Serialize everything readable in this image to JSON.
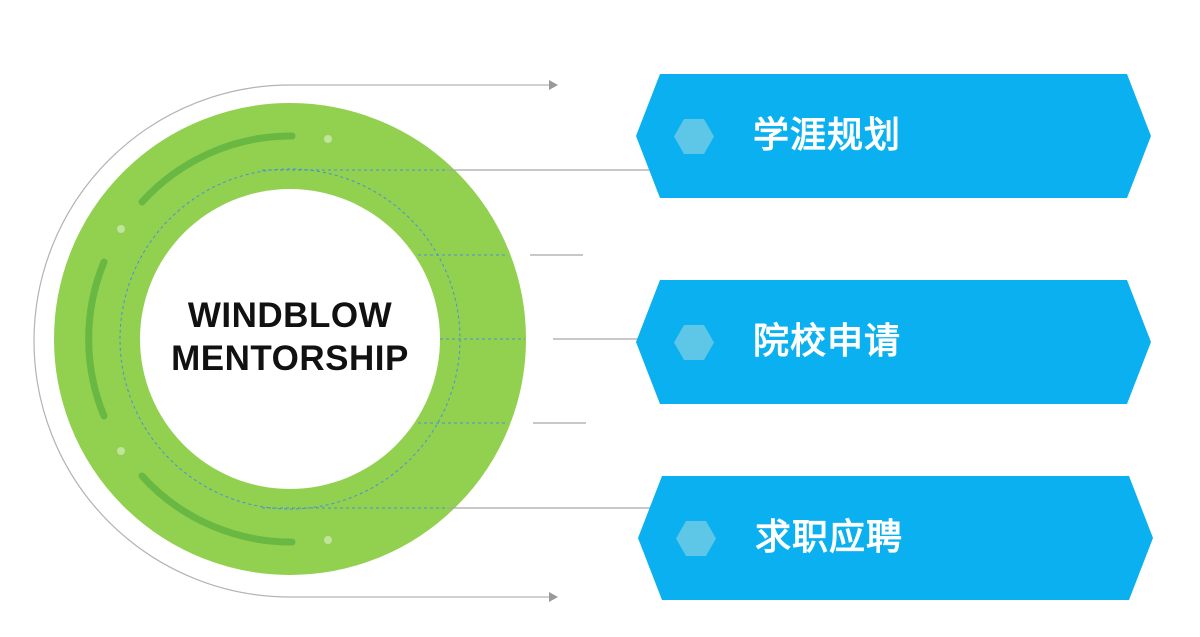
{
  "center": {
    "title_line1": "WINDBLOW",
    "title_line2": "MENTORSHIP"
  },
  "items": [
    {
      "label": "学涯规划"
    },
    {
      "label": "院校申请"
    },
    {
      "label": "求职应聘"
    }
  ],
  "colors": {
    "ring_green": "#92d050",
    "ring_dark_green": "#6ab844",
    "pill_blue": "#0ab0ef",
    "hex_light_blue": "#5ec6e6",
    "connector_gray": "#a6a6a6",
    "dashed_blue": "#4a90d9"
  },
  "icons": [
    "arrow-right-icon",
    "hexagon-icon"
  ]
}
